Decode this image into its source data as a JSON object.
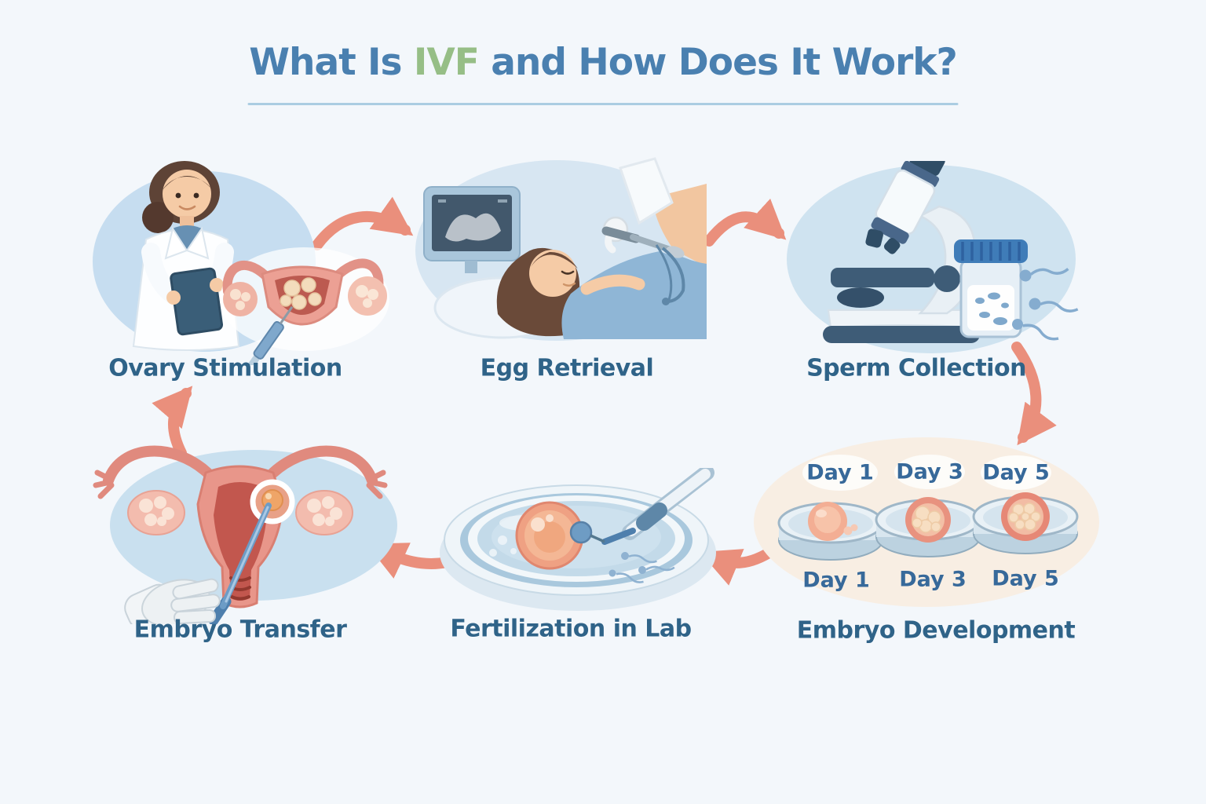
{
  "title": {
    "part1": "What Is ",
    "highlight": "IVF",
    "part2": " and How Does It Work?"
  },
  "steps": [
    {
      "id": "ovary-stimulation",
      "label": "Ovary Stimulation"
    },
    {
      "id": "egg-retrieval",
      "label": "Egg Retrieval"
    },
    {
      "id": "sperm-collection",
      "label": "Sperm Collection"
    },
    {
      "id": "embryo-development",
      "label": "Embryo Development",
      "day_labels": [
        "Day 1",
        "Day 3",
        "Day 5"
      ]
    },
    {
      "id": "fertilization-in-lab",
      "label": "Fertilization in Lab"
    },
    {
      "id": "embryo-transfer",
      "label": "Embryo Transfer"
    }
  ],
  "colors": {
    "background": "#F3F7FB",
    "title_blue": "#4A80B0",
    "title_green": "#96BE86",
    "label_blue": "#2F6388",
    "day_blue": "#37699A",
    "arrow_salmon": "#EA8F7C",
    "bubble_blue": "#C9DFF0",
    "bubble_cream": "#F8EEE3"
  }
}
